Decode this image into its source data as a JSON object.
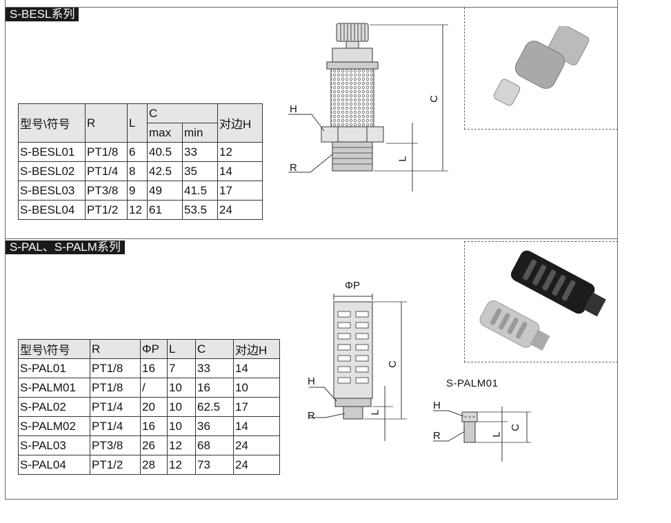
{
  "sections": [
    {
      "title": "S-BESL系列",
      "headers": {
        "model": "型号\\符号",
        "r": "R",
        "l": "L",
        "c": "C",
        "cmax": "max",
        "cmin": "min",
        "h": "对边H"
      },
      "rows": [
        [
          "S-BESL01",
          "PT1/8",
          "6",
          "40.5",
          "33",
          "12"
        ],
        [
          "S-BESL02",
          "PT1/4",
          "8",
          "42.5",
          "35",
          "14"
        ],
        [
          "S-BESL03",
          "PT3/8",
          "9",
          "49",
          "41.5",
          "17"
        ],
        [
          "S-BESL04",
          "PT1/2",
          "12",
          "61",
          "53.5",
          "24"
        ]
      ],
      "drawing_labels": {
        "h": "H",
        "r": "R",
        "c": "C",
        "l": "L"
      }
    },
    {
      "title": "S-PAL、S-PALM系列",
      "headers": {
        "model": "型号\\符号",
        "r": "R",
        "phip": "ΦP",
        "l": "L",
        "c": "C",
        "h": "对边H"
      },
      "rows": [
        [
          "S-PAL01",
          "PT1/8",
          "16",
          "7",
          "33",
          "14"
        ],
        [
          "S-PALM01",
          "PT1/8",
          "/",
          "10",
          "16",
          "10"
        ],
        [
          "S-PAL02",
          "PT1/4",
          "20",
          "10",
          "62.5",
          "17"
        ],
        [
          "S-PALM02",
          "PT1/4",
          "16",
          "10",
          "36",
          "14"
        ],
        [
          "S-PAL03",
          "PT3/8",
          "26",
          "12",
          "68",
          "24"
        ],
        [
          "S-PAL04",
          "PT1/2",
          "28",
          "12",
          "73",
          "24"
        ]
      ],
      "drawing_labels": {
        "phip": "ΦP",
        "h": "H",
        "r": "R",
        "c": "C",
        "l": "L",
        "palm_caption": "S-PALM01",
        "palm_h": "H",
        "palm_r": "R",
        "palm_l": "L",
        "palm_c": "C"
      }
    }
  ]
}
